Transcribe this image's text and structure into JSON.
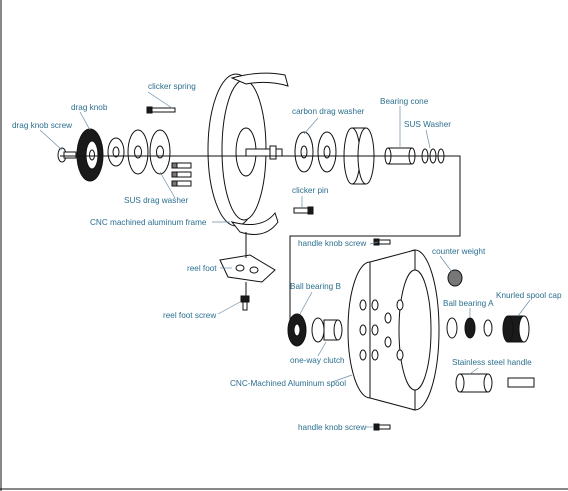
{
  "labels": {
    "clicker_spring": "clicker spring",
    "drag_knob": "drag knob",
    "drag_knob_screw": "drag knob screw",
    "carbon_drag_washer": "carbon drag washer",
    "bearing_cone": "Bearing cone",
    "sus_washer_top": "SUS Washer",
    "sus_drag_washer": "SUS drag washer",
    "clicker_pin": "clicker pin",
    "cnc_frame": "CNC machined aluminum frame",
    "handle_knob_screw_top": "handle knob screw",
    "counter_weight": "counter weight",
    "reel_foot": "reel foot",
    "ball_bearing_b": "Ball bearing B",
    "ball_bearing_a": "Ball bearing A",
    "knurled_spool_cap": "Knurled spool cap",
    "reel_foot_screw": "reel foot screw",
    "one_way_clutch": "one-way clutch",
    "stainless_steel_handle": "Stainless steel handle",
    "cnc_spool": "CNC-Machined Aluminum spool",
    "handle_knob_screw_bottom": "handle knob screw"
  },
  "colors": {
    "label_text": "#2b6f8f",
    "line_art": "#111111",
    "background": "#ffffff"
  }
}
